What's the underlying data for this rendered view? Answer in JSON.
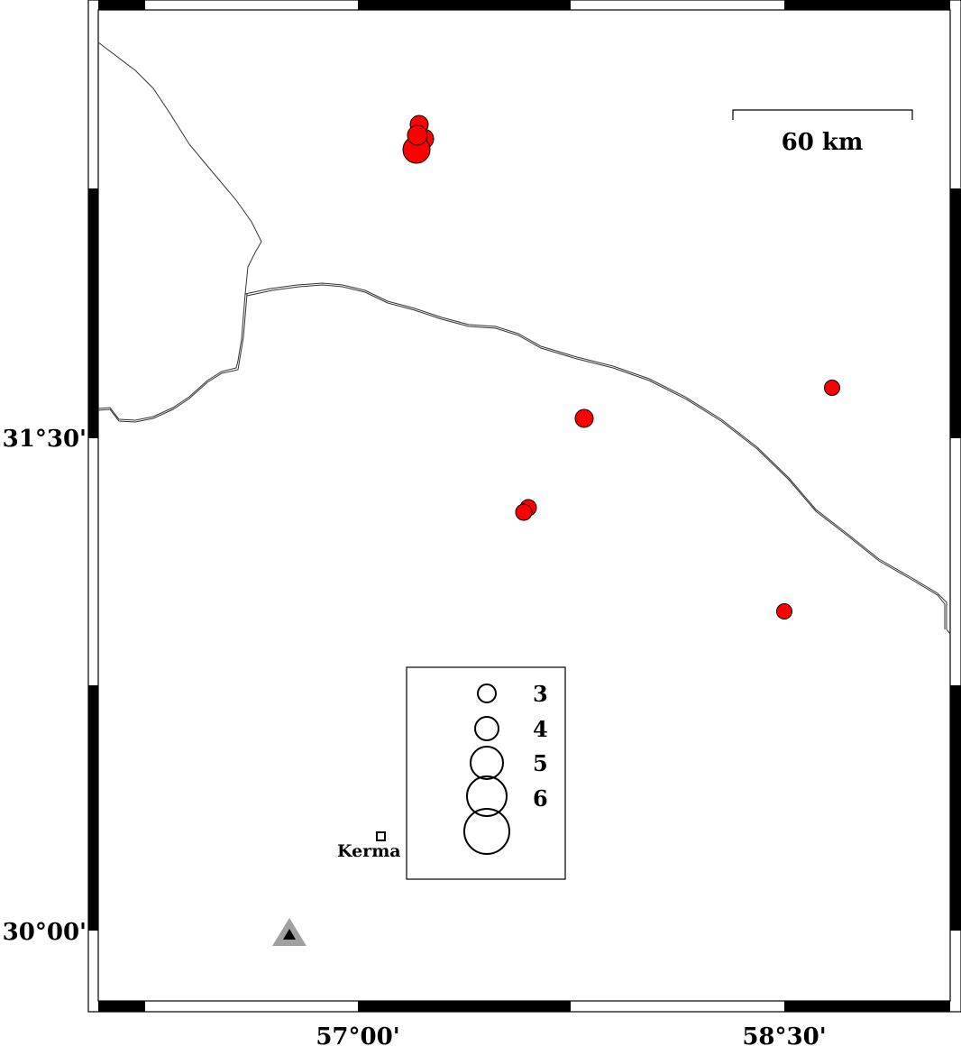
{
  "map": {
    "lon_labels": [
      "57°00'",
      "58°30'"
    ],
    "lat_labels": [
      "31°30'",
      "30°00'"
    ]
  },
  "scale_bar": {
    "label": "60 km"
  },
  "legend": {
    "magnitudes": [
      {
        "label": "3"
      },
      {
        "label": "4"
      },
      {
        "label": "5"
      },
      {
        "label": "6"
      },
      {
        "label": ""
      }
    ]
  },
  "city": {
    "name": "Kerma"
  },
  "colors": {
    "epicenter": "#ff0000",
    "station": "#a0a0a0",
    "station_inner": "#000000"
  },
  "icons": {
    "epicenter": "red-circle-epicenter",
    "station": "triangle-station",
    "city": "square-city-marker"
  }
}
